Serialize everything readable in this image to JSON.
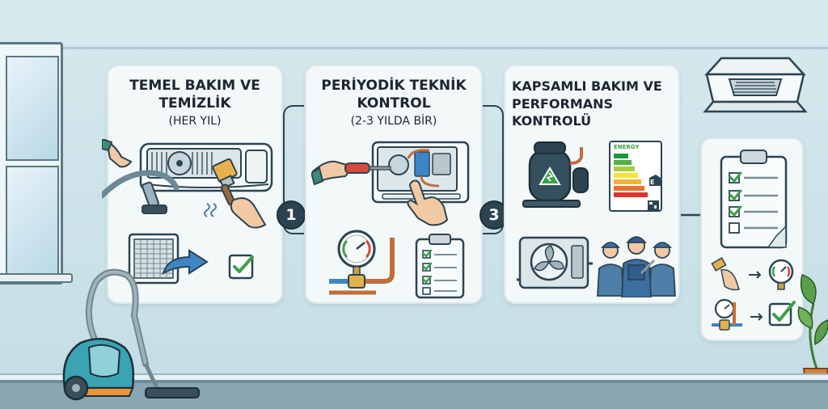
{
  "steps": [
    {
      "title_line1": "TEMEL BAKIM VE",
      "title_line2": "TEMİZLİK",
      "subtitle": "(HER YIL)"
    },
    {
      "number": "1",
      "title_line1": "PERİYODİK TEKNİK",
      "title_line2": "KONTROL",
      "subtitle": "(2-3 YILDA BİR)"
    },
    {
      "number": "3",
      "title_line1": "KAPSAMLI BAKIM VE",
      "title_line2": "PERFORMANS KONTROLÜ"
    }
  ],
  "energy_label": {
    "title": "ENERGY",
    "grade": "E"
  },
  "colors": {
    "dark": "#2c4452",
    "check": "#3aa14a",
    "accent_orange": "#e8943a",
    "panel": "#f3f8f9"
  },
  "icons": [
    "vacuum-icon",
    "air-conditioner-icon",
    "brush-icon",
    "filter-icon",
    "arrow-icon",
    "checkbox-icon",
    "screwdriver-icon",
    "pressure-gauge-icon",
    "clipboard-icon",
    "compressor-icon",
    "energy-label-icon",
    "technicians-icon",
    "ceiling-cassette-icon",
    "plant-icon"
  ]
}
